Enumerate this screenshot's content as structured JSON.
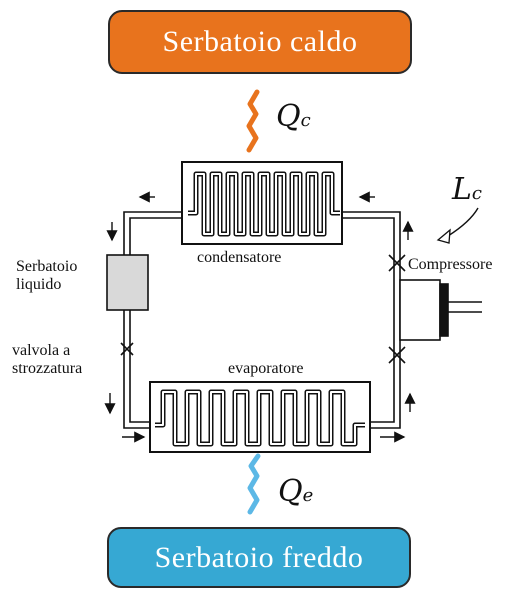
{
  "hot_reservoir": "Serbatoio caldo",
  "cold_reservoir": "Serbatoio freddo",
  "q_hot": {
    "symbol": "Q",
    "sub": "c"
  },
  "q_cold": {
    "symbol": "Q",
    "sub": "e"
  },
  "work": {
    "symbol": "L",
    "sub": "c"
  },
  "labels": {
    "condenser": "condensatore",
    "evaporator": "evaporatore",
    "compressor": "Compressore",
    "liquid_tank_line1": "Serbatoio",
    "liquid_tank_line2": "liquido",
    "valve_line1": "valvola a",
    "valve_line2": "strozzatura"
  },
  "colors": {
    "hot": "#e8731d",
    "cold": "#36a8d3",
    "heat_hot": "#e8731d",
    "heat_cold": "#5cb8e6",
    "tank_fill": "#d9d9d9"
  }
}
